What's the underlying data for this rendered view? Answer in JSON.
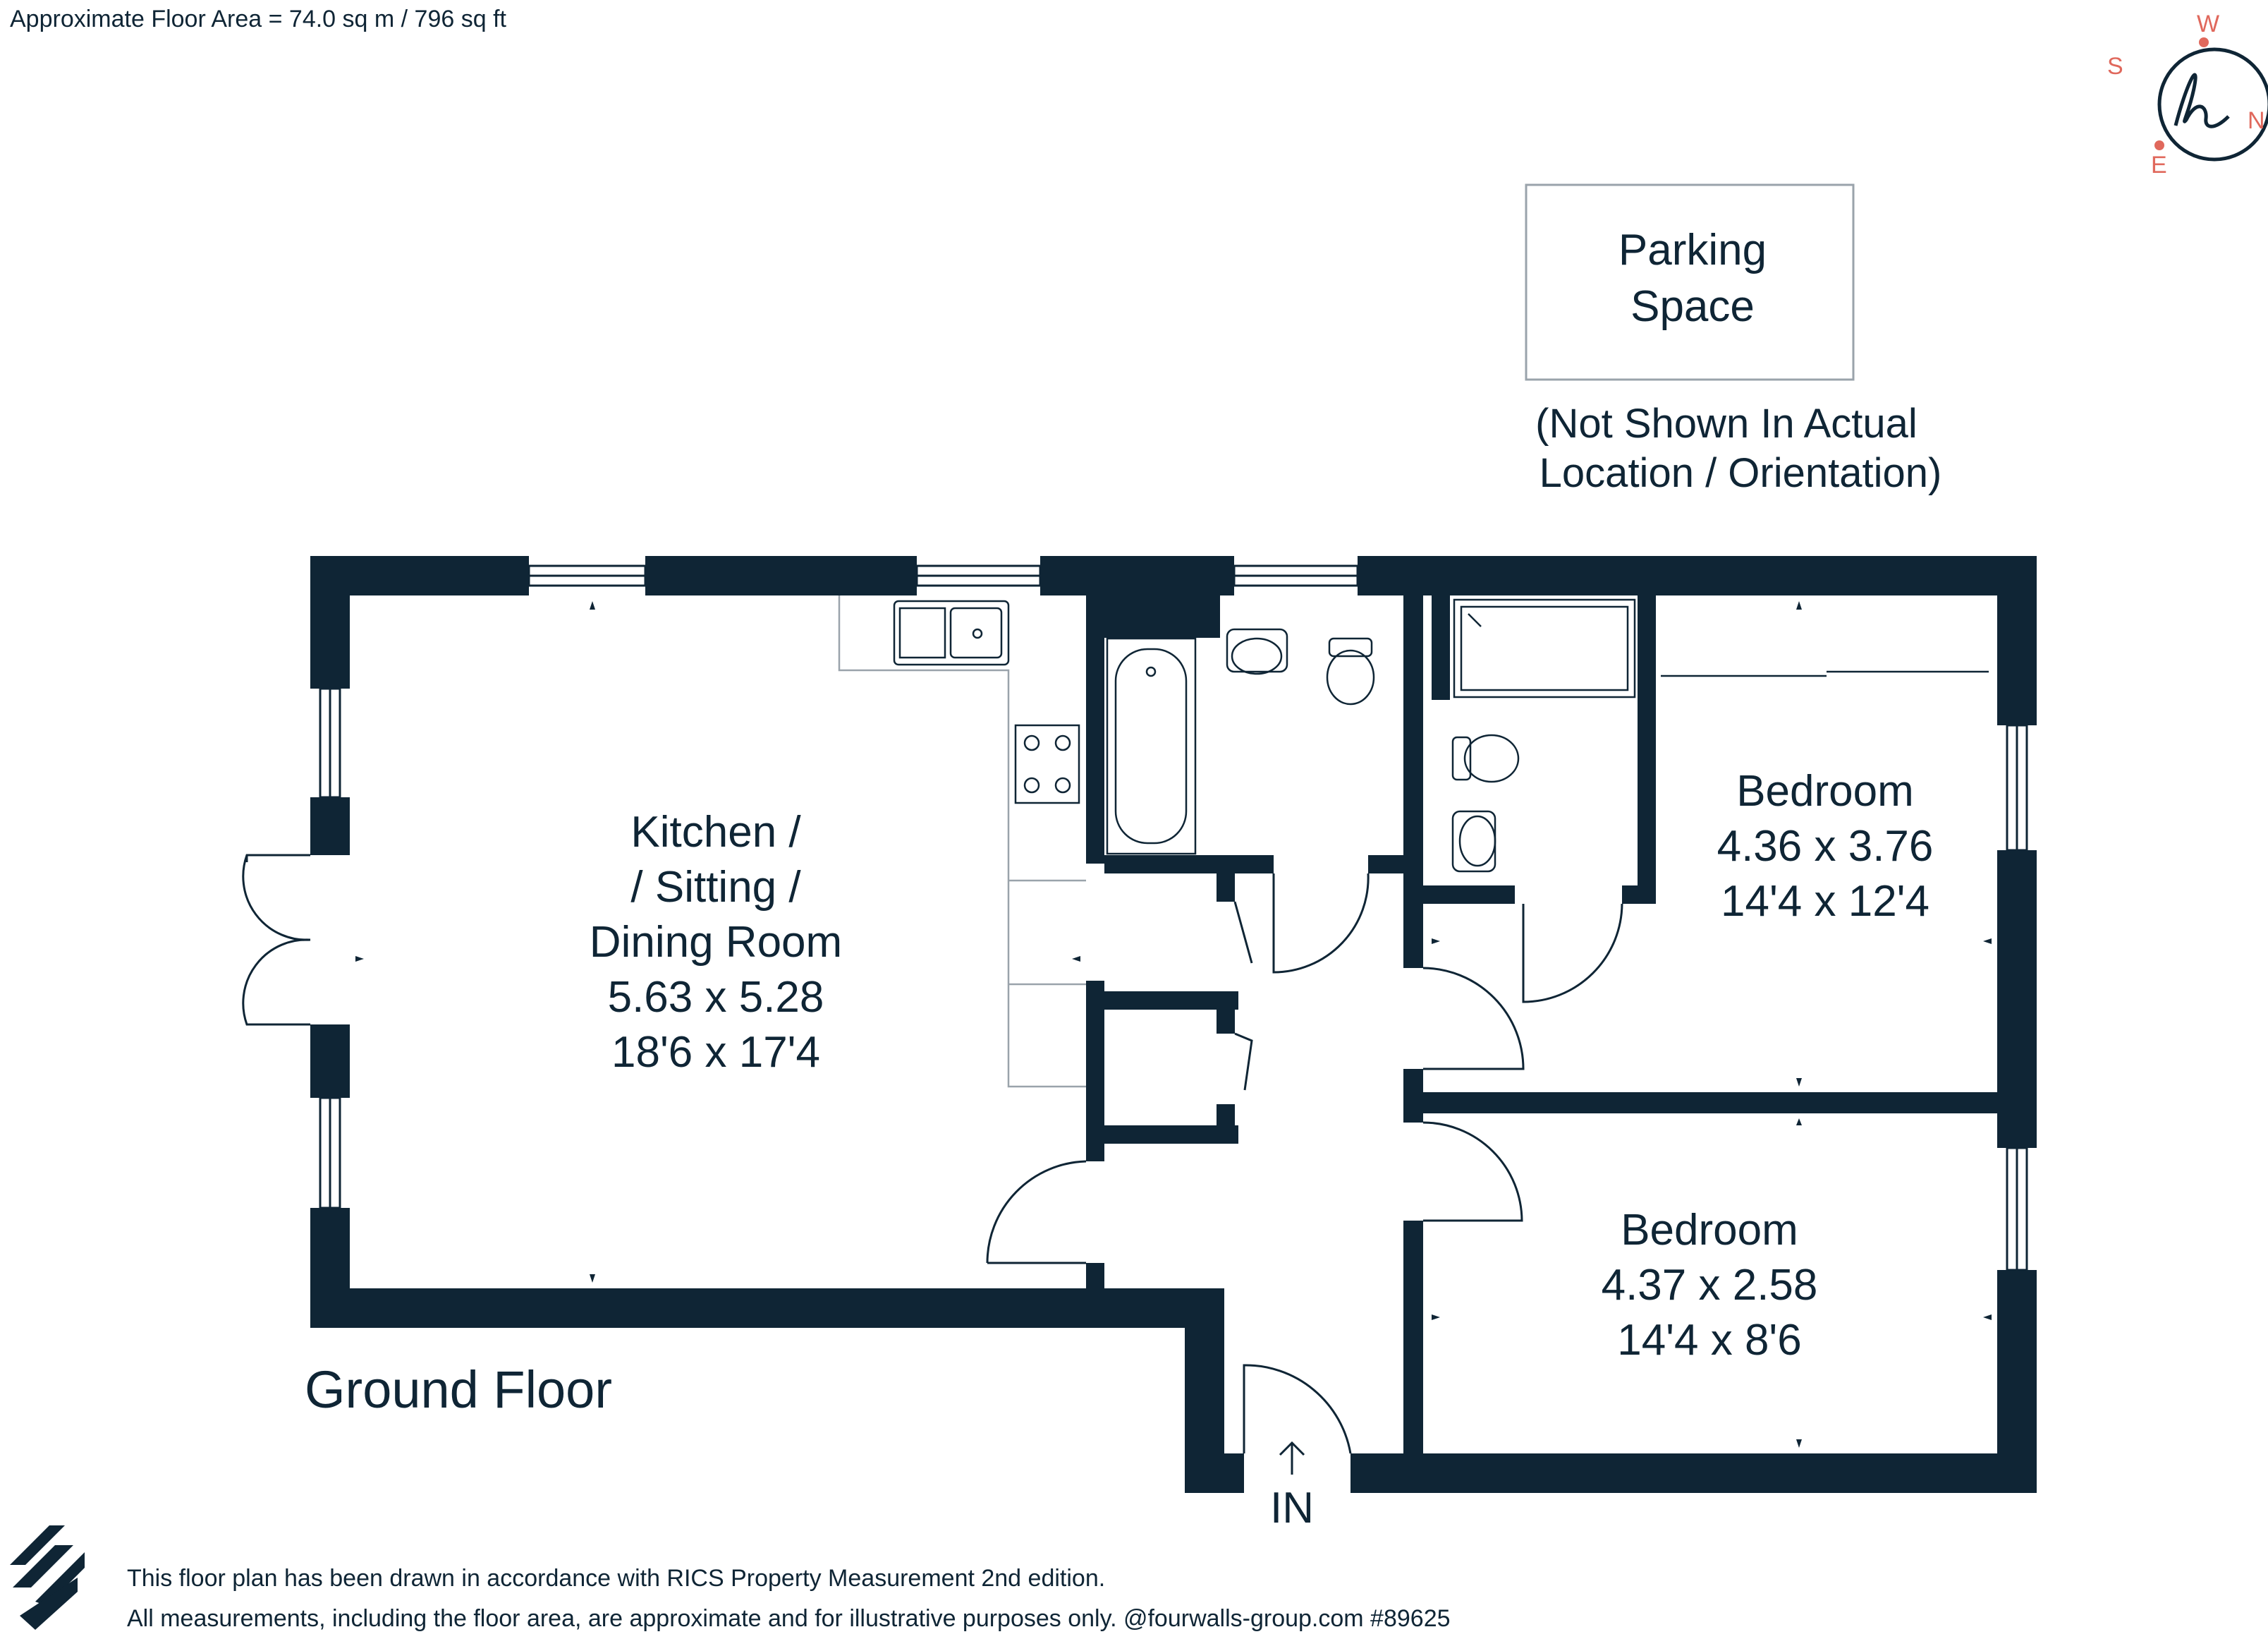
{
  "header": {
    "floor_area": "Approximate Floor Area = 74.0 sq m / 796 sq ft"
  },
  "compass": {
    "north": "N",
    "south": "S",
    "east": "E",
    "west": "W",
    "logo_glyph": "h",
    "icon": "compass-logo-icon"
  },
  "parking": {
    "line1": "Parking",
    "line2": "Space",
    "note_line1": "(Not Shown In Actual",
    "note_line2": "Location / Orientation)"
  },
  "rooms": {
    "kitchen": {
      "line1": "Kitchen /",
      "line2": "/ Sitting /",
      "line3": "Dining Room",
      "metric": "5.63 x 5.28",
      "imperial": "18'6 x 17'4"
    },
    "bedroom1": {
      "name": "Bedroom",
      "metric": "4.36 x 3.76",
      "imperial": "14'4 x 12'4"
    },
    "bedroom2": {
      "name": "Bedroom",
      "metric": "4.37 x 2.58",
      "imperial": "14'4 x 8'6"
    }
  },
  "floor_label": "Ground Floor",
  "entrance_label": "IN",
  "footer": {
    "line1": "This floor plan has been drawn in accordance with RICS Property Measurement 2nd edition.",
    "line2": "All measurements, including the floor area, are approximate and for illustrative purposes only. @fourwalls-group.com #89625",
    "logo_icon": "fourwalls-logo-icon"
  },
  "colors": {
    "wall": "#0f2535",
    "accent": "#e0685c",
    "fixture_line": "#0f2535"
  }
}
